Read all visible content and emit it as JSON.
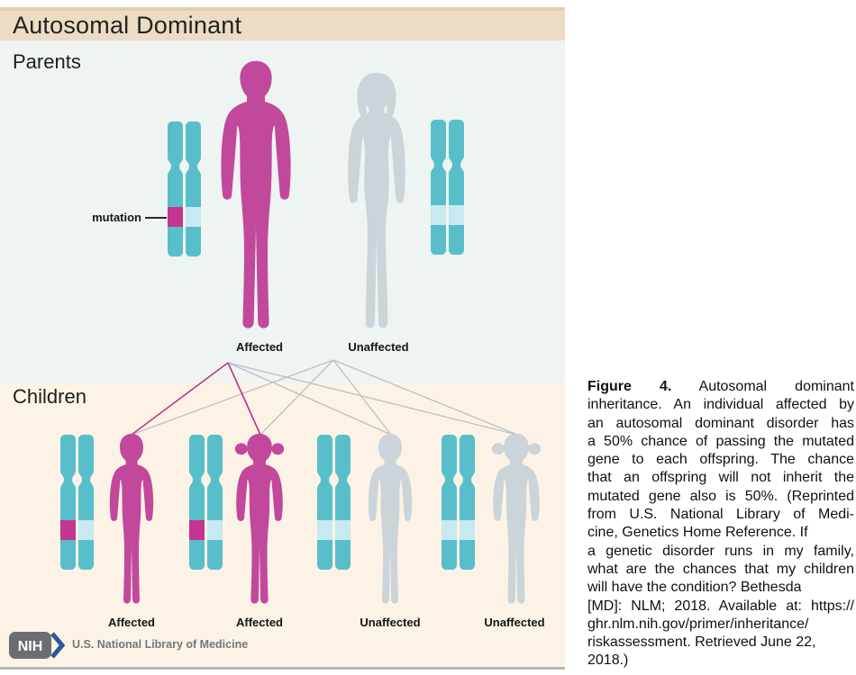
{
  "figure": {
    "title": "Autosomal Dominant",
    "parents_label": "Parents",
    "children_label": "Children",
    "mutation_label": "mutation",
    "parents": [
      {
        "label": "Affected",
        "sex": "male",
        "status": "affected"
      },
      {
        "label": "Unaffected",
        "sex": "female",
        "status": "unaffected"
      }
    ],
    "children": [
      {
        "label": "Affected",
        "sex": "male",
        "status": "affected"
      },
      {
        "label": "Affected",
        "sex": "female",
        "status": "affected"
      },
      {
        "label": "Unaffected",
        "sex": "male",
        "status": "unaffected"
      },
      {
        "label": "Unaffected",
        "sex": "female",
        "status": "unaffected"
      }
    ],
    "footer": {
      "logo_text": "NIH",
      "org_text": "U.S. National Library of Medicine"
    },
    "colors": {
      "affected": "#c2489c",
      "unaffected": "#cbd4d8",
      "chromosome": "#58bfca",
      "band_light": "#c8e9ef",
      "band_mutation": "#c5348f",
      "line_affected": "#c0388e",
      "line_unaffected": "#bdc3c5",
      "title_bg": "#ecdcc4",
      "parents_bg": "#eef4f1",
      "children_bg": "#fcf3e6",
      "logo_gray": "#6b6e70",
      "logo_blue": "#2a5a9c"
    }
  },
  "caption": {
    "figure_label": "Figure 4.",
    "first_line_rest": "Autosomal dominant",
    "lines": [
      "inheritance. An individual affected by",
      "an autosomal dominant disorder has",
      "a 50% chance of passing the mutated",
      "gene to each offspring. The chance",
      "that an offspring will not inherit the",
      "mutated gene also is 50%. (Reprinted",
      "from U.S. National Library of Medi-",
      "cine, Genetics Home Reference. If",
      "a genetic disorder runs in my family,",
      "what are the chances that my children",
      "will have the condition? Bethesda",
      "[MD]: NLM; 2018. Available at: https://",
      "ghr.nlm.nih.gov/primer/inheritance/",
      "riskassessment. Retrieved June 22,",
      "2018.)"
    ]
  }
}
